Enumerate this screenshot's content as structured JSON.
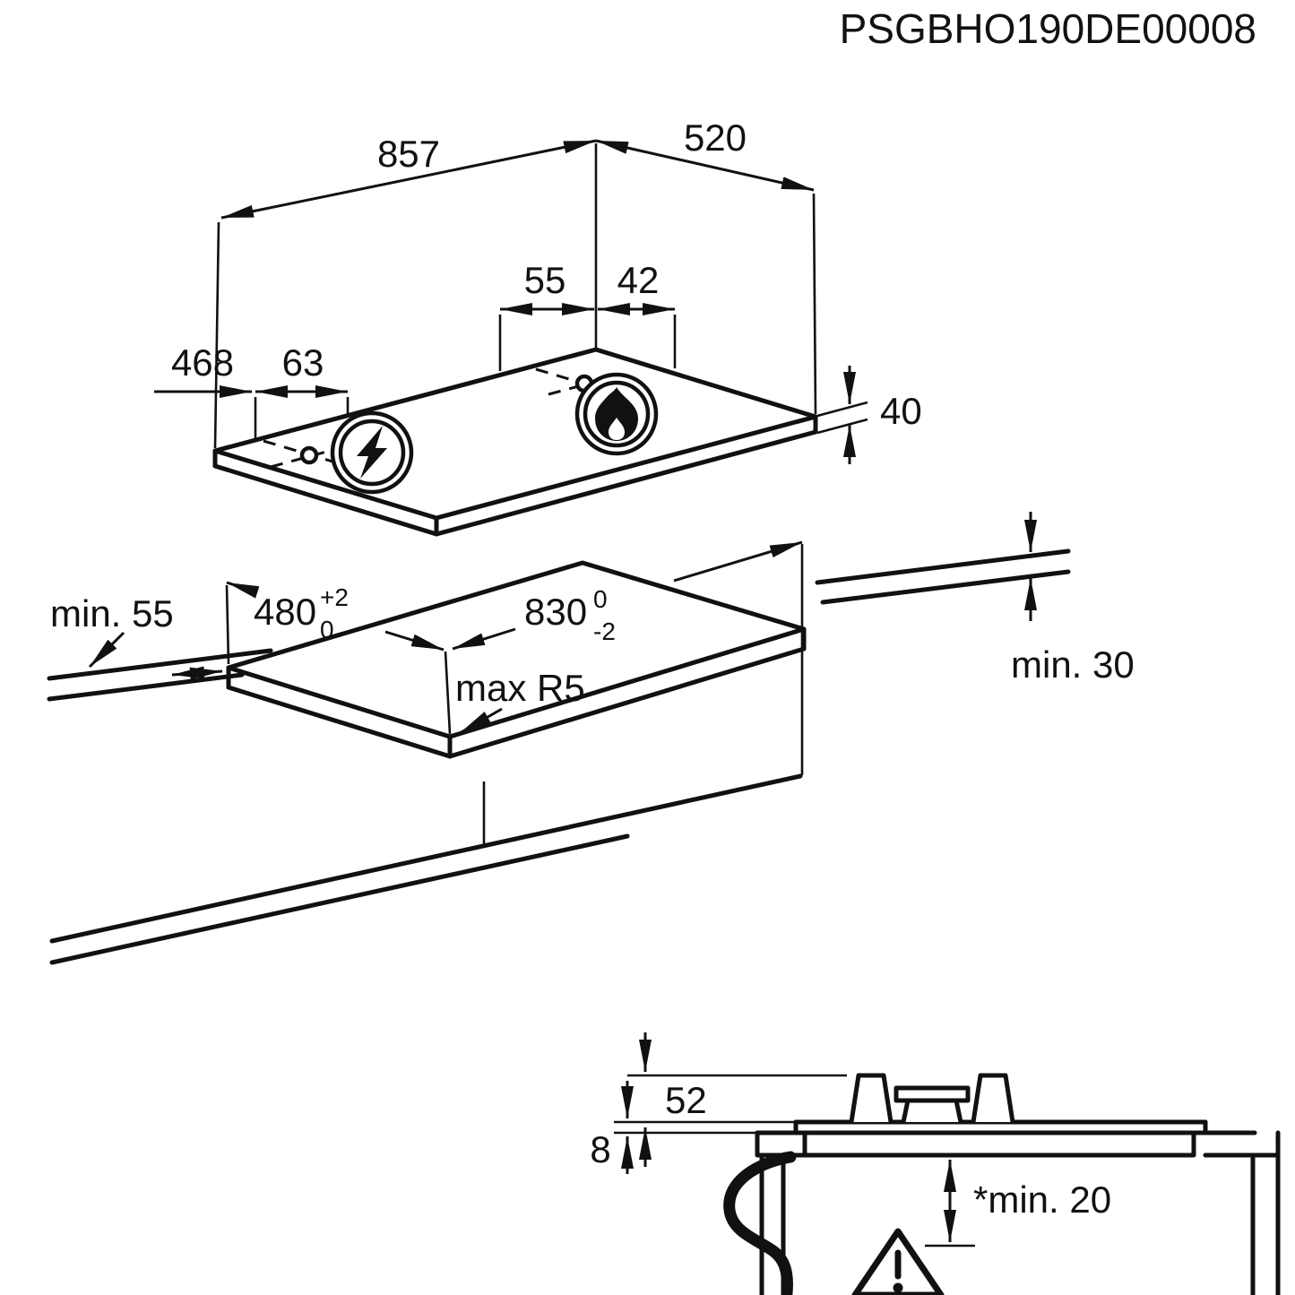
{
  "header": {
    "drawing_id": "PSGBHO190DE00008"
  },
  "hob_view": {
    "width": "857",
    "depth": "520",
    "burner_to_corner": "55",
    "burner_to_edge": "42",
    "edge_distance": "468",
    "igniter_offset": "63",
    "hob_height": "40",
    "electric_icon": "lightning-bolt",
    "gas_icon": "flame"
  },
  "cutout_view": {
    "front_clearance": "min. 55",
    "cutout_depth": "480",
    "cutout_depth_tol_upper": "+2",
    "cutout_depth_tol_lower": "0",
    "cutout_width": "830",
    "cutout_width_tol_upper": "0",
    "cutout_width_tol_lower": "-2",
    "corner_radius": "max R5",
    "worktop_thickness": "min. 30"
  },
  "section_view": {
    "height_above_worktop": "52",
    "glass_thickness": "8",
    "clearance_below": "*min. 20",
    "warning_icon": "exclamation-triangle"
  }
}
